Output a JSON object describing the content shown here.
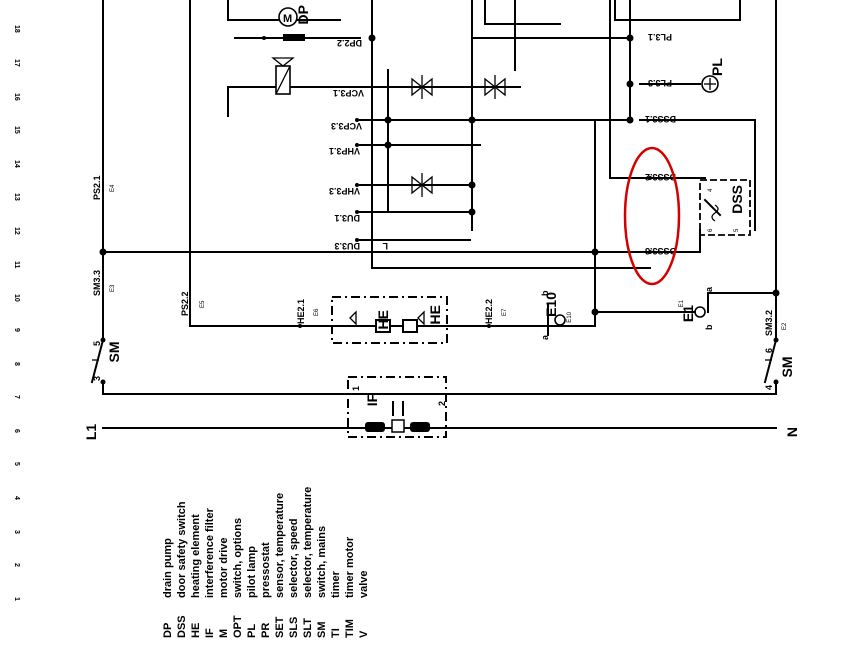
{
  "diagram": {
    "ruler_numbers": [
      "1",
      "2",
      "3",
      "4",
      "5",
      "6",
      "7",
      "8",
      "9",
      "10",
      "11",
      "12",
      "13",
      "14",
      "15",
      "16",
      "17",
      "18"
    ],
    "rail_left": "L1",
    "rail_right": "N",
    "components": {
      "sm_left": "SM",
      "sm_right": "SM",
      "interference_filter": "IF",
      "heating_element": "HE",
      "dss": "DSS",
      "e10": "E10",
      "e1": "E1",
      "dp": "DP",
      "pl": "PL",
      "motor": "M"
    },
    "terminals": {
      "dp2_2": "DP2.2",
      "vcp3_1": "VCP3.1",
      "vcp3_3": "VCP3.3",
      "vhp3_1": "VHP3.1",
      "vhp3_3": "VHP3.3",
      "du3_1": "DU3.1",
      "du3_3": "DU3.3",
      "pl3_1": "PL3.1",
      "pl3_3": "PL3.3",
      "dss3_1": "DSS3.1",
      "dss3_2": "DSS3.2",
      "dss3_3": "DSS3.3",
      "ps2_1": "PS2.1",
      "ps2_2": "PS2.2",
      "sm3_3": "SM3.3",
      "sm3_2": "SM3.2",
      "he2_1": "HE2.1",
      "he2_2": "HE2.2",
      "e4": "E4",
      "e3": "E3",
      "e5": "E5",
      "e6": "E6",
      "e7": "E7",
      "e2": "E2",
      "e10_small": "E10",
      "e1_small": "E1",
      "t_l": "L",
      "t_e10_a": "a",
      "t_e10_b": "b",
      "t_e1_a": "a",
      "t_e1_b": "b",
      "t_sm_left_3": "3",
      "t_sm_left_5": "5",
      "t_sm_right_4": "4",
      "t_sm_right_6": "6",
      "t_if_1": "1",
      "t_if_2": "2",
      "t_dss_4": "4",
      "t_dss_5": "5",
      "t_dss_6": "6"
    },
    "legend": [
      {
        "code": "DP",
        "text": "drain pump"
      },
      {
        "code": "DSS",
        "text": "door safety switch"
      },
      {
        "code": "HE",
        "text": "heating element"
      },
      {
        "code": "IF",
        "text": "interference filter"
      },
      {
        "code": "M",
        "text": "motor drive"
      },
      {
        "code": "OPT",
        "text": "switch, options"
      },
      {
        "code": "PL",
        "text": "pilot lamp"
      },
      {
        "code": "PR",
        "text": "pressostat"
      },
      {
        "code": "SET",
        "text": "sensor, temperature"
      },
      {
        "code": "SLS",
        "text": "selector, speed"
      },
      {
        "code": "SLT",
        "text": "selector, temperature"
      },
      {
        "code": "SM",
        "text": "switch, mains"
      },
      {
        "code": "TI",
        "text": "timer"
      },
      {
        "code": "TIM",
        "text": "timer motor"
      },
      {
        "code": "V",
        "text": "valve"
      }
    ],
    "highlight_color": "#d40000"
  }
}
